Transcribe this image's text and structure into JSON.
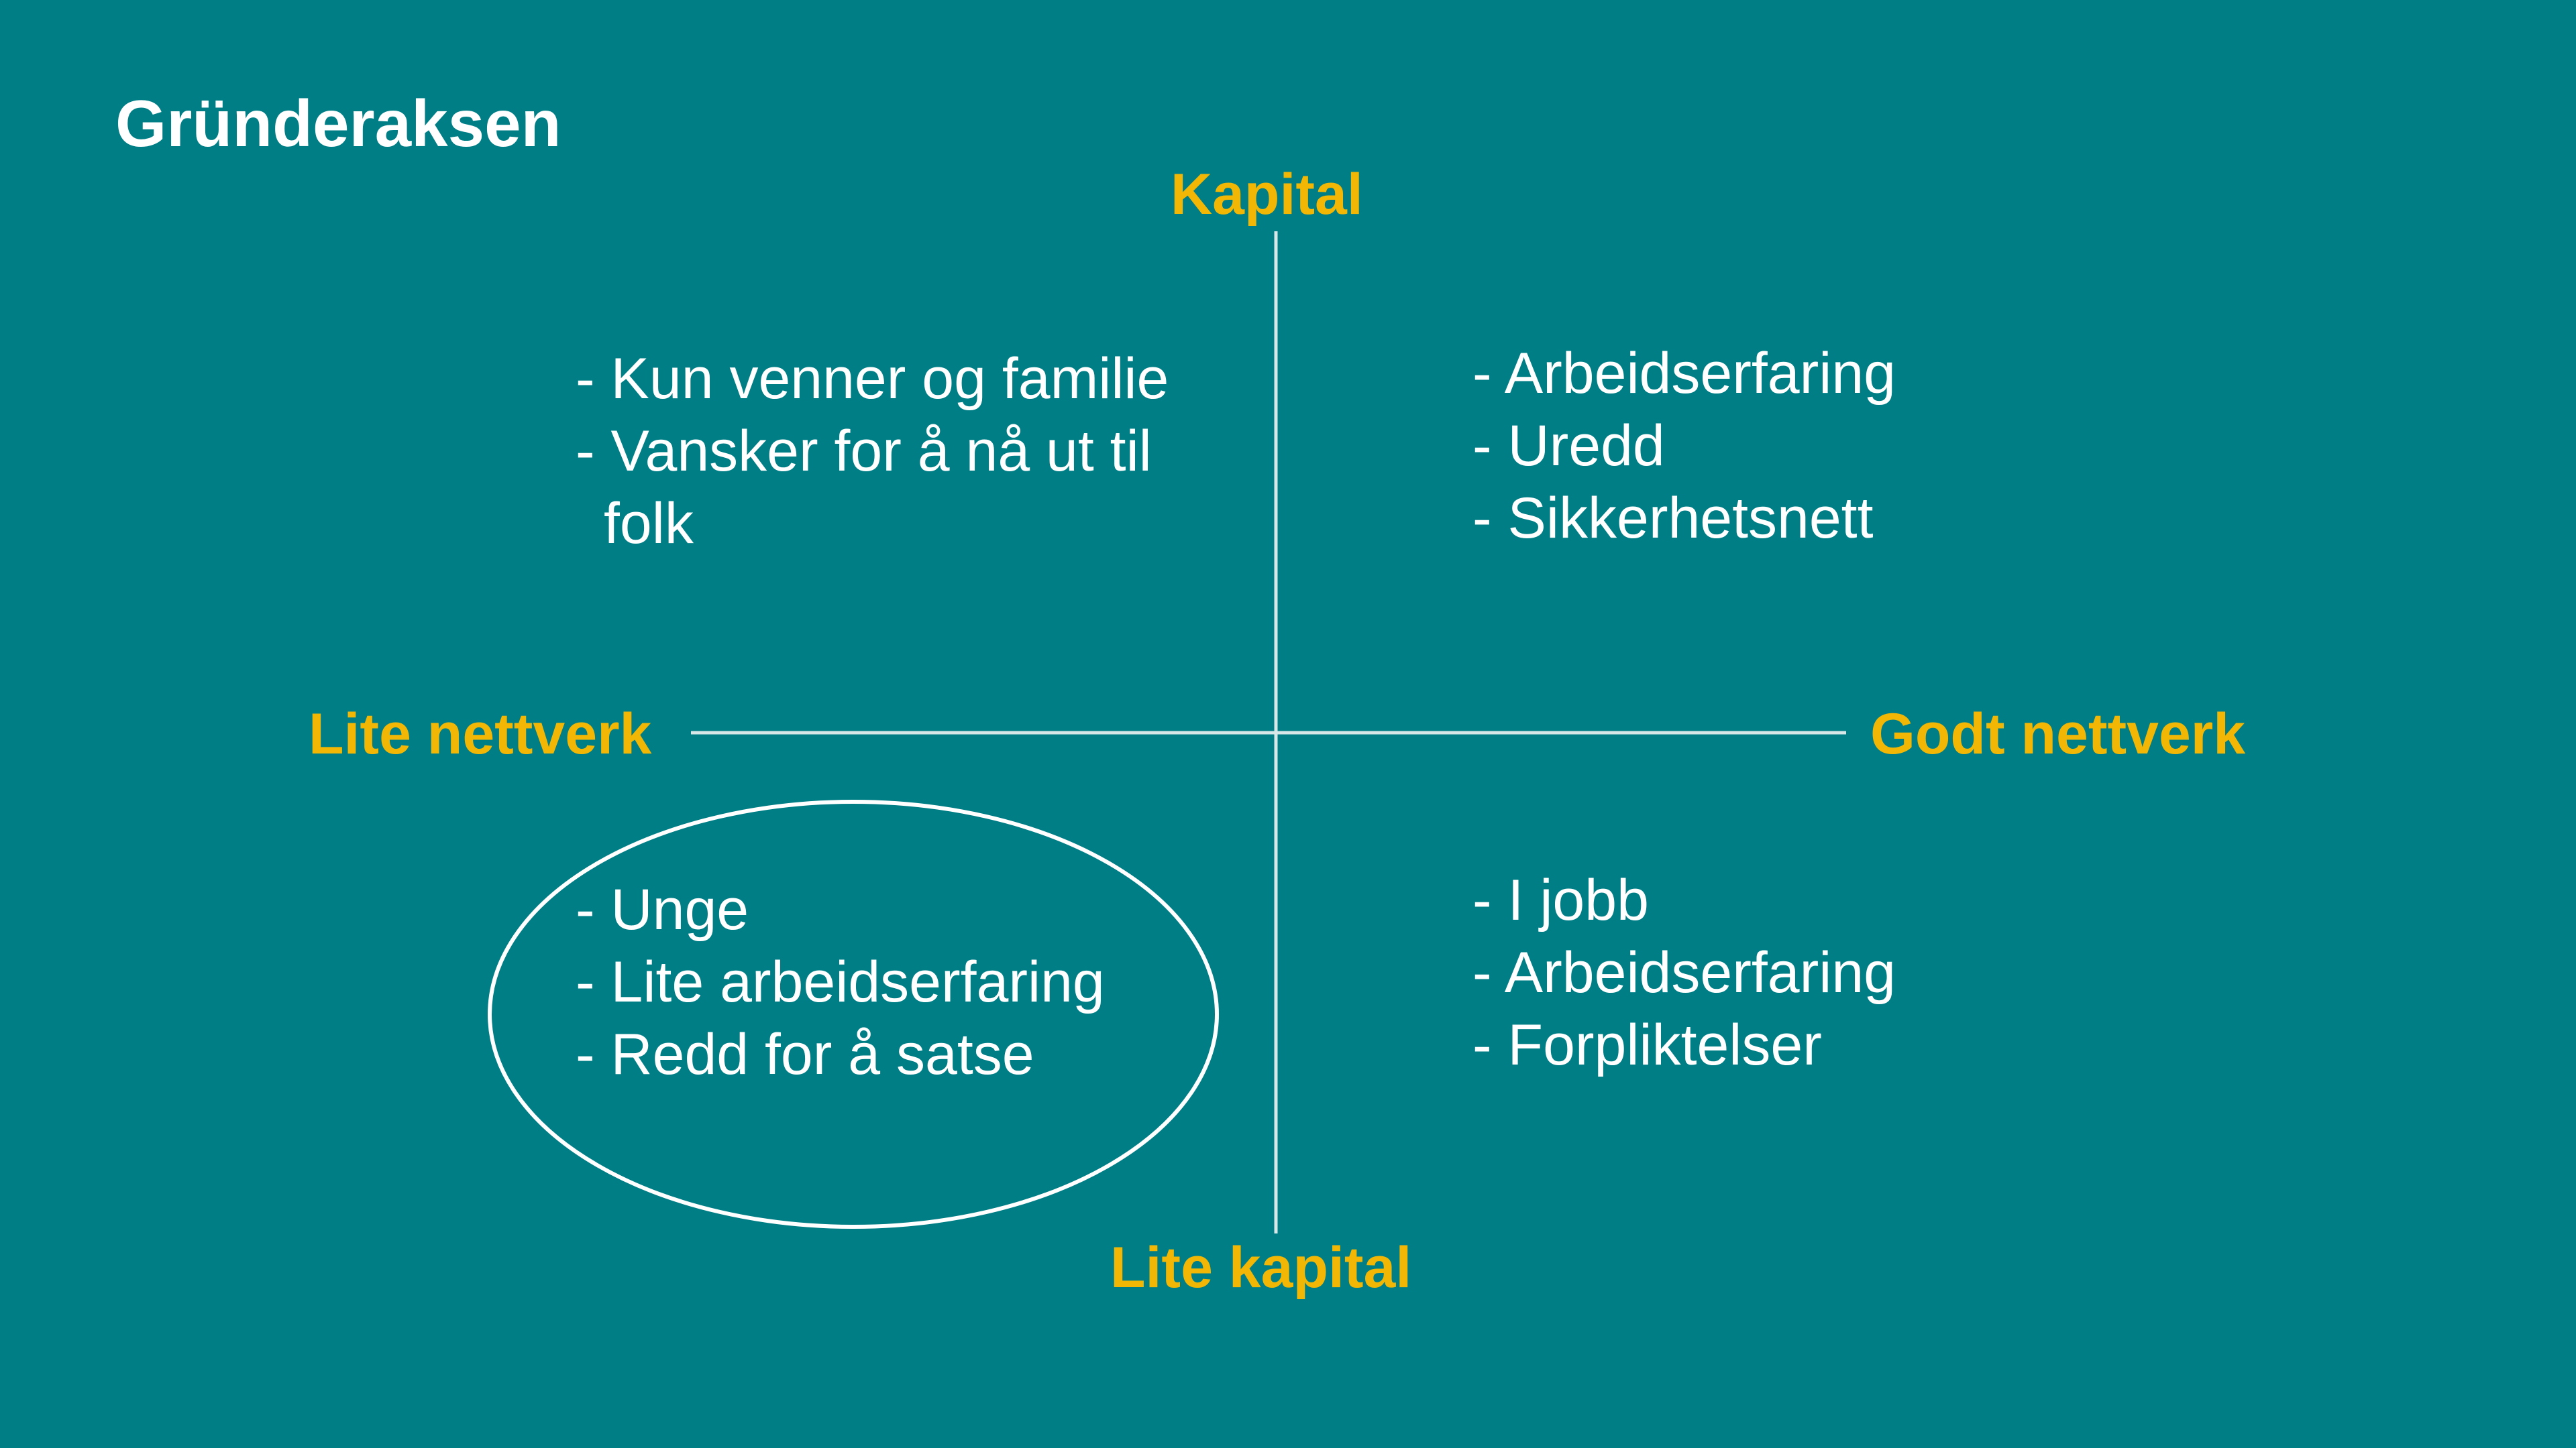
{
  "title": "Gründeraksen",
  "axes": {
    "top": "Kapital",
    "bottom": "Lite kapital",
    "left": "Lite nettverk",
    "right": "Godt nettverk"
  },
  "quadrants": {
    "top_left": [
      "- Kun venner og familie",
      "- Vansker for å nå ut til folk"
    ],
    "top_right": [
      "- Arbeidserfaring",
      "- Uredd",
      "- Sikkerhetsnett"
    ],
    "bottom_left": [
      "- Unge",
      "- Lite arbeidserfaring",
      "- Redd for å satse"
    ],
    "bottom_right": [
      "- I jobb",
      "- Arbeidserfaring",
      "- Forpliktelser"
    ]
  },
  "highlight": "bottom_left",
  "colors": {
    "background": "#007E86",
    "axis_label": "#F2B705",
    "axis_line": "#D8E8E8",
    "text": "#FFFFFF"
  }
}
